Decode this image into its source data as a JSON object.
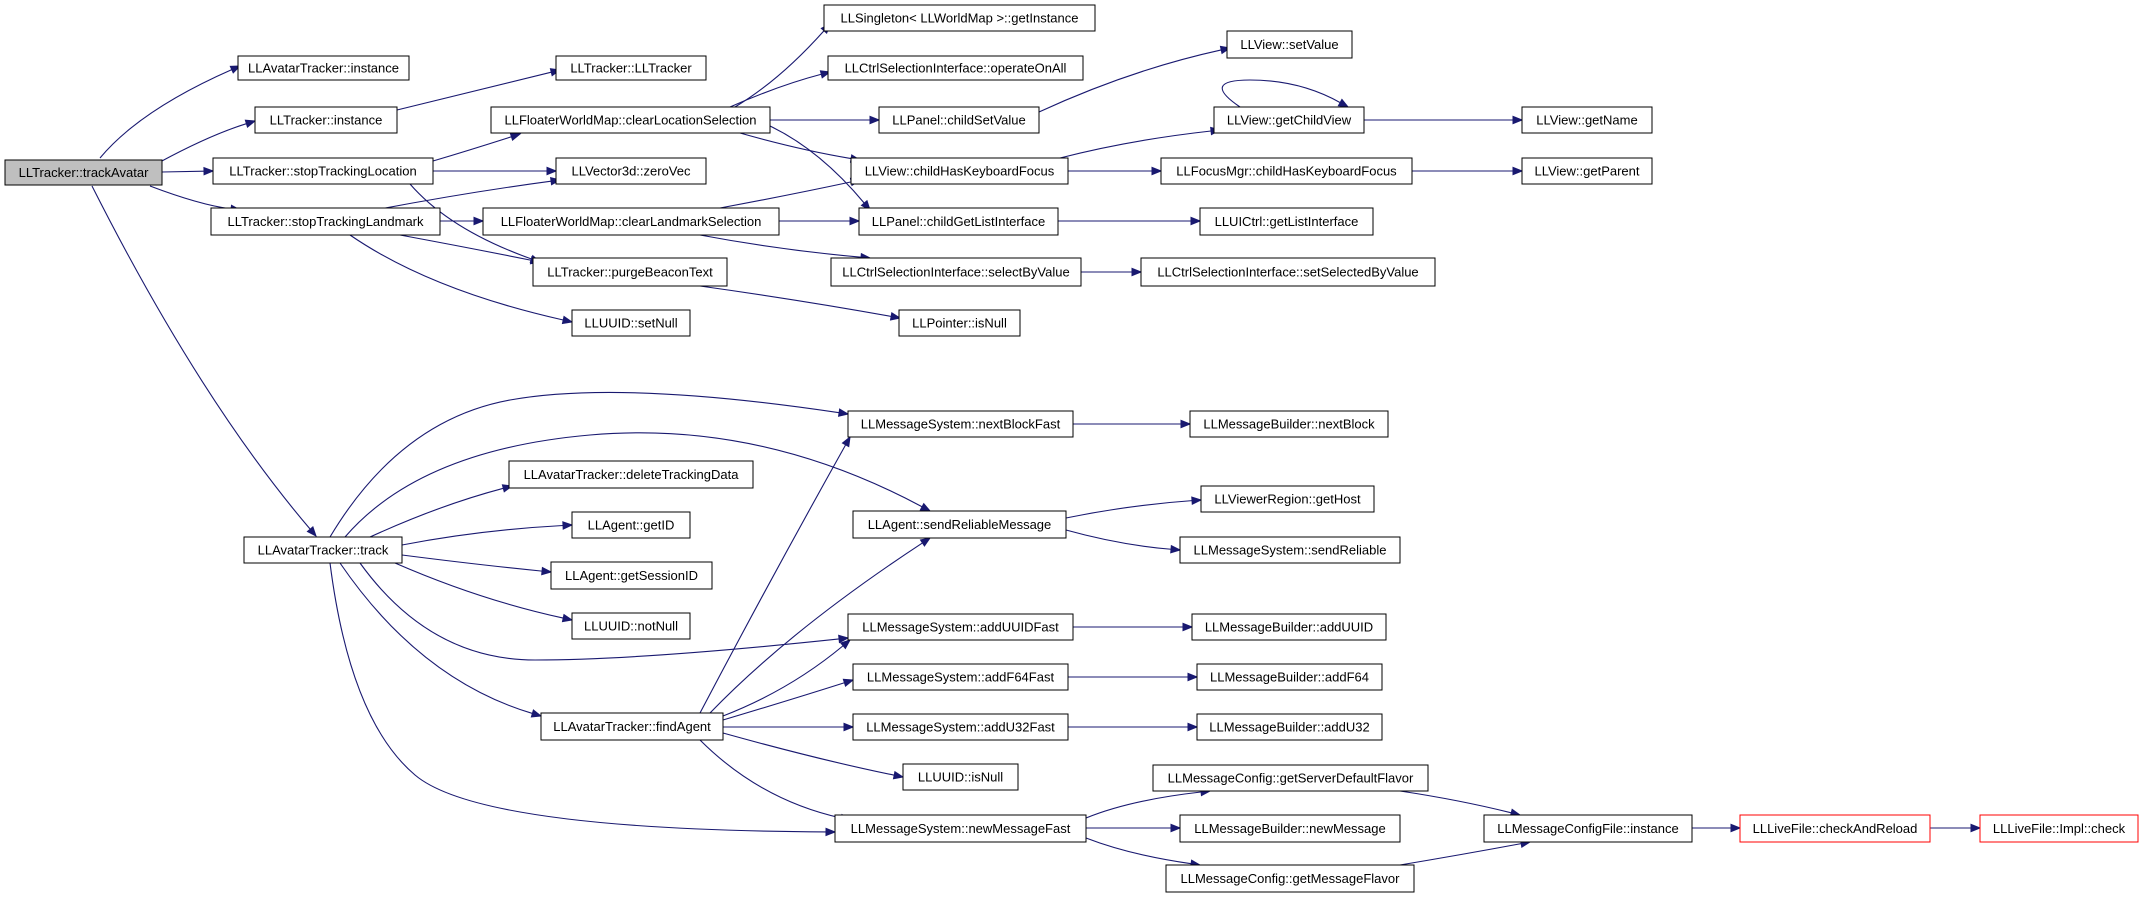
{
  "nodes": [
    {
      "id": "trackAvatar",
      "label": "LLTracker::trackAvatar",
      "root": true
    },
    {
      "id": "avatarTrackerInstance",
      "label": "LLAvatarTracker::instance"
    },
    {
      "id": "trackerInstance",
      "label": "LLTracker::instance"
    },
    {
      "id": "trackerCtor",
      "label": "LLTracker::LLTracker"
    },
    {
      "id": "stopTrackingLocation",
      "label": "LLTracker::stopTrackingLocation"
    },
    {
      "id": "stopTrackingLandmark",
      "label": "LLTracker::stopTrackingLandmark"
    },
    {
      "id": "singletonGetInstance",
      "label": "LLSingleton< LLWorldMap >::getInstance"
    },
    {
      "id": "operateOnAll",
      "label": "LLCtrlSelectionInterface::operateOnAll"
    },
    {
      "id": "clearLocationSelection",
      "label": "LLFloaterWorldMap::clearLocationSelection"
    },
    {
      "id": "childSetValue",
      "label": "LLPanel::childSetValue"
    },
    {
      "id": "viewSetValue",
      "label": "LLView::setValue"
    },
    {
      "id": "getChildView",
      "label": "LLView::getChildView"
    },
    {
      "id": "getName",
      "label": "LLView::getName"
    },
    {
      "id": "zeroVec",
      "label": "LLVector3d::zeroVec"
    },
    {
      "id": "childHasKeyboardFocus",
      "label": "LLView::childHasKeyboardFocus"
    },
    {
      "id": "focusMgrChildHasKeyboardFocus",
      "label": "LLFocusMgr::childHasKeyboardFocus"
    },
    {
      "id": "getParent",
      "label": "LLView::getParent"
    },
    {
      "id": "clearLandmarkSelection",
      "label": "LLFloaterWorldMap::clearLandmarkSelection"
    },
    {
      "id": "childGetListInterface",
      "label": "LLPanel::childGetListInterface"
    },
    {
      "id": "uictrlGetListInterface",
      "label": "LLUICtrl::getListInterface"
    },
    {
      "id": "purgeBeaconText",
      "label": "LLTracker::purgeBeaconText"
    },
    {
      "id": "selectByValue",
      "label": "LLCtrlSelectionInterface::selectByValue"
    },
    {
      "id": "setSelectedByValue",
      "label": "LLCtrlSelectionInterface::setSelectedByValue"
    },
    {
      "id": "uuidSetNull",
      "label": "LLUUID::setNull"
    },
    {
      "id": "pointerIsNull",
      "label": "LLPointer::isNull"
    },
    {
      "id": "nextBlockFast",
      "label": "LLMessageSystem::nextBlockFast"
    },
    {
      "id": "builderNextBlock",
      "label": "LLMessageBuilder::nextBlock"
    },
    {
      "id": "deleteTrackingData",
      "label": "LLAvatarTracker::deleteTrackingData"
    },
    {
      "id": "sendReliableMessage",
      "label": "LLAgent::sendReliableMessage"
    },
    {
      "id": "getHost",
      "label": "LLViewerRegion::getHost"
    },
    {
      "id": "avatarTrackerTrack",
      "label": "LLAvatarTracker::track"
    },
    {
      "id": "agentGetID",
      "label": "LLAgent::getID"
    },
    {
      "id": "sendReliable",
      "label": "LLMessageSystem::sendReliable"
    },
    {
      "id": "getSessionID",
      "label": "LLAgent::getSessionID"
    },
    {
      "id": "uuidNotNull",
      "label": "LLUUID::notNull"
    },
    {
      "id": "addUUIDFast",
      "label": "LLMessageSystem::addUUIDFast"
    },
    {
      "id": "builderAddUUID",
      "label": "LLMessageBuilder::addUUID"
    },
    {
      "id": "addF64Fast",
      "label": "LLMessageSystem::addF64Fast"
    },
    {
      "id": "builderAddF64",
      "label": "LLMessageBuilder::addF64"
    },
    {
      "id": "findAgent",
      "label": "LLAvatarTracker::findAgent"
    },
    {
      "id": "addU32Fast",
      "label": "LLMessageSystem::addU32Fast"
    },
    {
      "id": "builderAddU32",
      "label": "LLMessageBuilder::addU32"
    },
    {
      "id": "uuidIsNull",
      "label": "LLUUID::isNull"
    },
    {
      "id": "getServerDefaultFlavor",
      "label": "LLMessageConfig::getServerDefaultFlavor"
    },
    {
      "id": "newMessageFast",
      "label": "LLMessageSystem::newMessageFast"
    },
    {
      "id": "builderNewMessage",
      "label": "LLMessageBuilder::newMessage"
    },
    {
      "id": "configFileInstance",
      "label": "LLMessageConfigFile::instance"
    },
    {
      "id": "checkAndReload",
      "label": "LLLiveFile::checkAndReload",
      "truncated": true
    },
    {
      "id": "implCheck",
      "label": "LLLiveFile::Impl::check",
      "truncated": true
    },
    {
      "id": "getMessageFlavor",
      "label": "LLMessageConfig::getMessageFlavor"
    }
  ],
  "edges": [
    [
      "trackAvatar",
      "avatarTrackerInstance"
    ],
    [
      "trackAvatar",
      "trackerInstance"
    ],
    [
      "trackAvatar",
      "stopTrackingLocation"
    ],
    [
      "trackAvatar",
      "stopTrackingLandmark"
    ],
    [
      "trackAvatar",
      "avatarTrackerTrack"
    ],
    [
      "trackerInstance",
      "trackerCtor"
    ],
    [
      "stopTrackingLocation",
      "clearLocationSelection"
    ],
    [
      "stopTrackingLocation",
      "zeroVec"
    ],
    [
      "stopTrackingLocation",
      "purgeBeaconText"
    ],
    [
      "stopTrackingLandmark",
      "zeroVec"
    ],
    [
      "stopTrackingLandmark",
      "clearLandmarkSelection"
    ],
    [
      "stopTrackingLandmark",
      "purgeBeaconText"
    ],
    [
      "stopTrackingLandmark",
      "uuidSetNull"
    ],
    [
      "clearLocationSelection",
      "singletonGetInstance"
    ],
    [
      "clearLocationSelection",
      "operateOnAll"
    ],
    [
      "clearLocationSelection",
      "childSetValue"
    ],
    [
      "clearLocationSelection",
      "childHasKeyboardFocus"
    ],
    [
      "clearLocationSelection",
      "childGetListInterface"
    ],
    [
      "childSetValue",
      "viewSetValue"
    ],
    [
      "childHasKeyboardFocus",
      "getChildView"
    ],
    [
      "childHasKeyboardFocus",
      "focusMgrChildHasKeyboardFocus"
    ],
    [
      "getChildView",
      "getChildView"
    ],
    [
      "getChildView",
      "getName"
    ],
    [
      "focusMgrChildHasKeyboardFocus",
      "getParent"
    ],
    [
      "clearLandmarkSelection",
      "childHasKeyboardFocus"
    ],
    [
      "clearLandmarkSelection",
      "childGetListInterface"
    ],
    [
      "clearLandmarkSelection",
      "selectByValue"
    ],
    [
      "childGetListInterface",
      "uictrlGetListInterface"
    ],
    [
      "selectByValue",
      "setSelectedByValue"
    ],
    [
      "purgeBeaconText",
      "pointerIsNull"
    ],
    [
      "avatarTrackerTrack",
      "nextBlockFast"
    ],
    [
      "avatarTrackerTrack",
      "sendReliableMessage"
    ],
    [
      "avatarTrackerTrack",
      "deleteTrackingData"
    ],
    [
      "avatarTrackerTrack",
      "agentGetID"
    ],
    [
      "avatarTrackerTrack",
      "getSessionID"
    ],
    [
      "avatarTrackerTrack",
      "uuidNotNull"
    ],
    [
      "avatarTrackerTrack",
      "addUUIDFast"
    ],
    [
      "avatarTrackerTrack",
      "findAgent"
    ],
    [
      "avatarTrackerTrack",
      "newMessageFast"
    ],
    [
      "findAgent",
      "nextBlockFast"
    ],
    [
      "findAgent",
      "sendReliableMessage"
    ],
    [
      "findAgent",
      "addUUIDFast"
    ],
    [
      "findAgent",
      "addF64Fast"
    ],
    [
      "findAgent",
      "addU32Fast"
    ],
    [
      "findAgent",
      "uuidIsNull"
    ],
    [
      "findAgent",
      "newMessageFast"
    ],
    [
      "nextBlockFast",
      "builderNextBlock"
    ],
    [
      "sendReliableMessage",
      "getHost"
    ],
    [
      "sendReliableMessage",
      "sendReliable"
    ],
    [
      "addUUIDFast",
      "builderAddUUID"
    ],
    [
      "addF64Fast",
      "builderAddF64"
    ],
    [
      "addU32Fast",
      "builderAddU32"
    ],
    [
      "newMessageFast",
      "getServerDefaultFlavor"
    ],
    [
      "newMessageFast",
      "builderNewMessage"
    ],
    [
      "newMessageFast",
      "getMessageFlavor"
    ],
    [
      "getServerDefaultFlavor",
      "configFileInstance"
    ],
    [
      "getMessageFlavor",
      "configFileInstance"
    ],
    [
      "configFileInstance",
      "checkAndReload"
    ],
    [
      "checkAndReload",
      "implCheck"
    ]
  ],
  "colors": {
    "edge": "#191970",
    "node_border": "#000000",
    "truncated_border": "#ff0000",
    "root_fill": "#bfbfbf",
    "node_fill": "#ffffff",
    "text": "#000000"
  }
}
